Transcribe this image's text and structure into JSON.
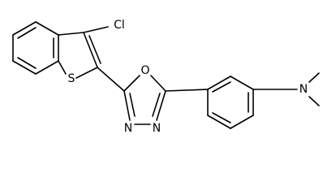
{
  "atoms": {
    "cl": "Cl",
    "s": "S",
    "o": "O",
    "n1": "N",
    "n2": "N",
    "n3": "N"
  },
  "colors": {
    "background": "#ffffff",
    "ink": "#000000"
  }
}
